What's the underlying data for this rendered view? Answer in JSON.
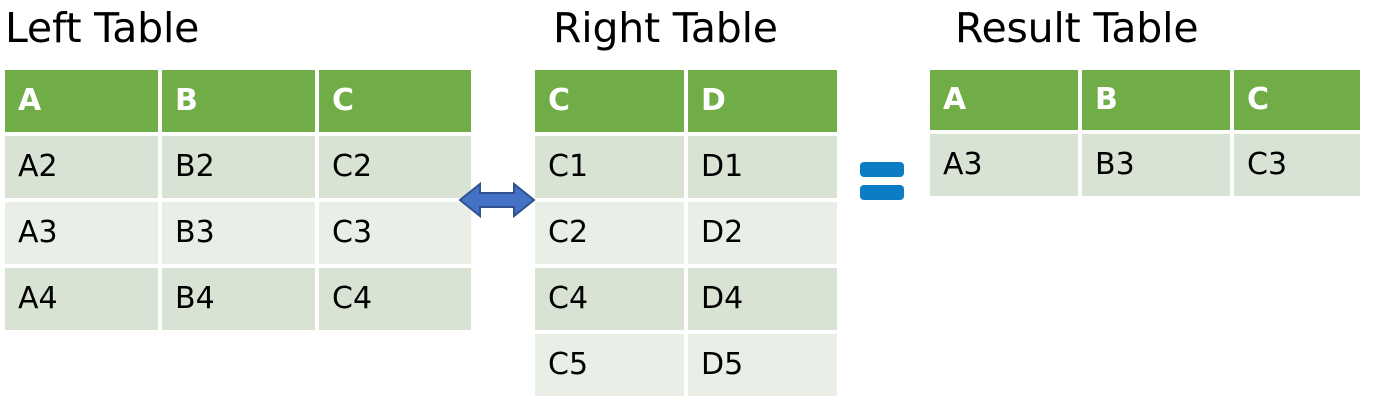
{
  "colors": {
    "header_green": "#70AD47",
    "row_band_dark": "#D9E3D3",
    "row_band_light": "#E9EFE7",
    "arrow_blue": "#4472C4",
    "arrow_outline": "#2F528F",
    "equals_blue": "#0C7CC4",
    "text": "#000000",
    "header_text": "#FFFFFF",
    "background": "#FFFFFF"
  },
  "left_table": {
    "title": "Left Table",
    "columns": [
      "A",
      "B",
      "C"
    ],
    "rows": [
      [
        "A2",
        "B2",
        "C2"
      ],
      [
        "A3",
        "B3",
        "C3"
      ],
      [
        "A4",
        "B4",
        "C4"
      ]
    ]
  },
  "right_table": {
    "title": "Right Table",
    "columns": [
      "C",
      "D"
    ],
    "rows": [
      [
        "C1",
        "D1"
      ],
      [
        "C2",
        "D2"
      ],
      [
        "C4",
        "D4"
      ],
      [
        "C5",
        "D5"
      ]
    ]
  },
  "result_table": {
    "title": "Result Table",
    "columns": [
      "A",
      "B",
      "C"
    ],
    "rows": [
      [
        "A3",
        "B3",
        "C3"
      ]
    ]
  },
  "connectors": {
    "join_arrow": "double-headed-arrow-icon",
    "equals": "equals-sign-icon"
  }
}
